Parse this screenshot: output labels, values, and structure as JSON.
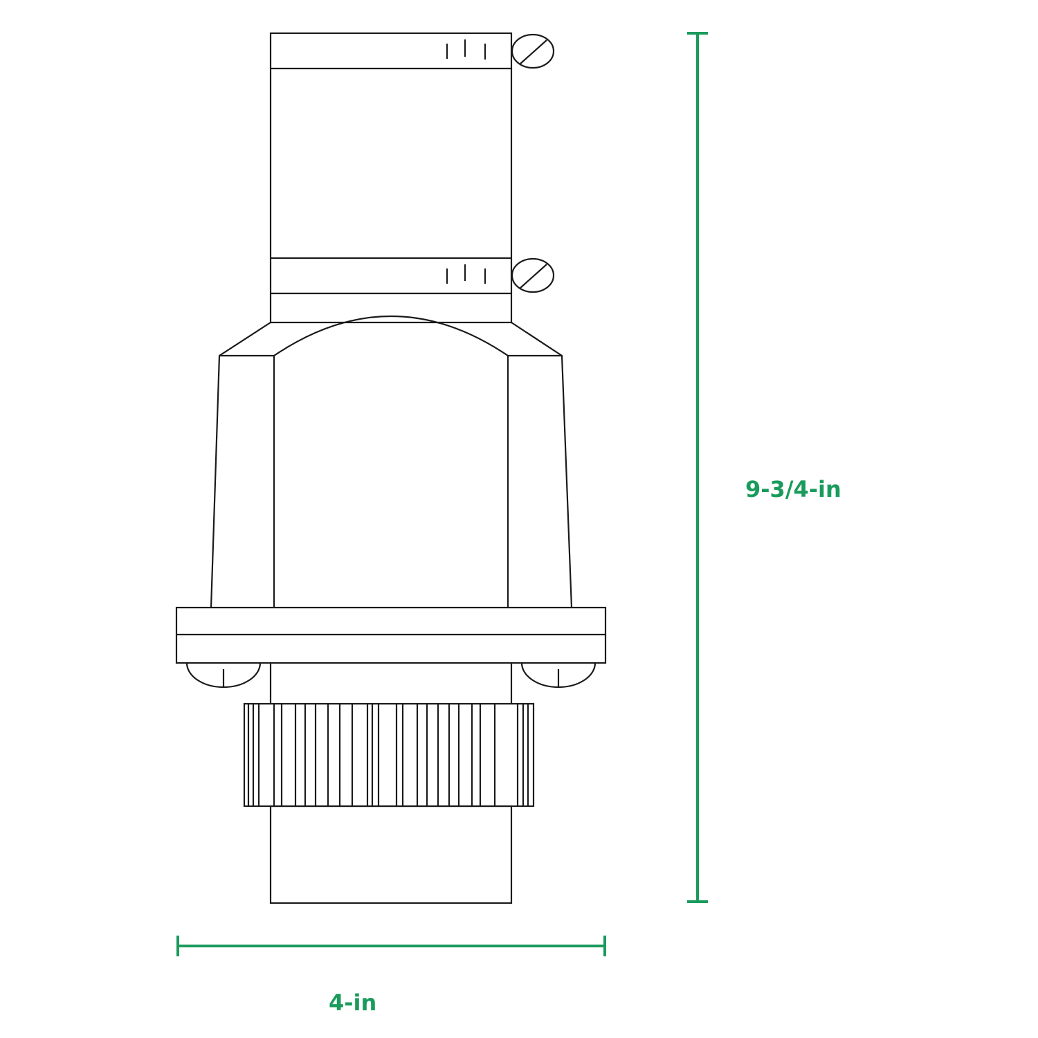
{
  "diagram": {
    "subject": "valve/fitting technical line drawing",
    "colors": {
      "line": "#1a1a1a",
      "dimension": "#1a9b5c",
      "background": "#ffffff"
    },
    "dimensions": {
      "height": {
        "label": "9-3/4-in",
        "orientation": "vertical"
      },
      "width": {
        "label": "4-in",
        "orientation": "horizontal"
      }
    }
  }
}
